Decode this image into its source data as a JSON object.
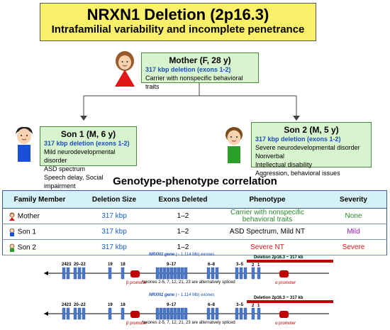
{
  "title": {
    "main": "NRXN1 Deletion (2p16.3)",
    "subtitle": "Intrafamilial variability and incomplete penetrance"
  },
  "mother": {
    "name": "Mother (F, 28 y)",
    "deletion": "317 kbp deletion (exons 1-2)",
    "traits": [
      "Carrier with nonspecific behavioral traits"
    ]
  },
  "son1": {
    "name": "Son 1 (M, 6 y)",
    "deletion": "317 kbp deletion (exons 1-2)",
    "traits": [
      "Mild neurodevelopmental disorder",
      "ASD spectrum",
      "Speech delay, Social impairment"
    ]
  },
  "son2": {
    "name": "Son 2 (M, 5 y)",
    "deletion": "317 kbp deletion (exons 1-2)",
    "traits": [
      "Severe neurodevelopmental disorder",
      "Nonverbal",
      "Intellectual disability",
      "Aggression, behavioral issues"
    ]
  },
  "section_title": "Genotype-phenotype correlation",
  "table": {
    "headers": [
      "Family Member",
      "Deletion Size",
      "Exons Deleted",
      "Phenotype",
      "Severity"
    ],
    "rows": [
      {
        "member": "Mother",
        "size": "317 kbp",
        "exons": "1–2",
        "phenotype": "Carrier with nonspecific behavioral traits",
        "severity": "None"
      },
      {
        "member": "Son 1",
        "size": "317 kbp",
        "exons": "1–2",
        "phenotype": "ASD Spectrum, Mild NT",
        "severity": "Mild"
      },
      {
        "member": "Son 2",
        "size": "317 kbp",
        "exons": "1–2",
        "phenotype": "Severe NT",
        "severity": "Severe"
      }
    ]
  },
  "gene_maps": [
    {
      "gene_label": "NRXN1 gene",
      "gene_size": " (~ 1.114 Mb) exones",
      "deletion_label": "Deletion 2p16.3 ~ 317 kb",
      "note": "*exones 2-5, 7, 12, 21, 23 are alternatvely spliced",
      "exon_labels": [
        "2423",
        "20–22",
        "19",
        "18",
        "9–17",
        "6–8",
        "3–5",
        "2",
        "1"
      ],
      "promoters": [
        "β promoter",
        "α promoter"
      ]
    },
    {
      "gene_label": "NRXN1 gene",
      "gene_size": " (~ 1.114 Mb) exones",
      "deletion_label": "Deletion 2p16.3 ~ 317 kb",
      "note": "*exones 2-5, 7, 12, 21, 23 are alternatvely spliced",
      "exon_labels": [
        "2423",
        "20–22",
        "19",
        "18",
        "9–17",
        "6–8",
        "3–5",
        "2",
        "1"
      ],
      "promoters": [
        "β promoter",
        "α promoter"
      ]
    }
  ],
  "colors": {
    "title_bg": "#fbf06a",
    "box_bg": "#d8f4cf",
    "table_header_bg": "#d4f1f7",
    "exon": "#4a78c8",
    "promoter": "#c00000",
    "deletion_bar": "#c00000"
  }
}
